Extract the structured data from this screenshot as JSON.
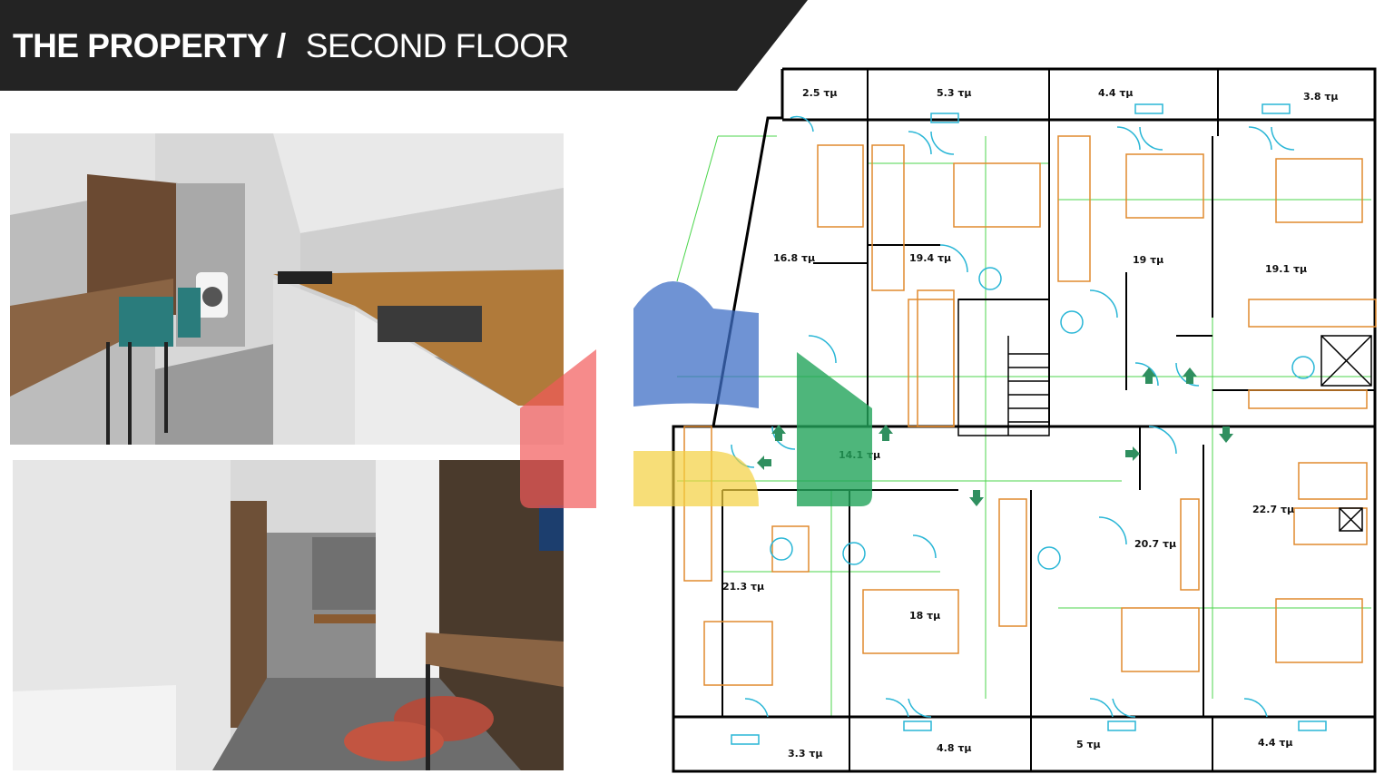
{
  "header": {
    "title_bold": "THE PROPERTY /",
    "title_light": "SECOND FLOOR"
  },
  "floor_plan": {
    "areas": {
      "balcony_tl": "2.5 τμ",
      "balcony_t2": "5.3 τμ",
      "balcony_t3": "4.4 τμ",
      "balcony_tr": "3.8 τμ",
      "apt1": "16.8 τμ",
      "apt2": "19.4 τμ",
      "apt3": "19 τμ",
      "apt4": "19.1 τμ",
      "corridor": "14.1 τμ",
      "apt5": "22.7 τμ",
      "apt6": "20.7 τμ",
      "apt7": "21.3 τμ",
      "apt8": "18 τμ",
      "balcony_b1": "3.3 τμ",
      "balcony_b2": "4.8 τμ",
      "balcony_b3": "5 τμ",
      "balcony_b4": "4.4 τμ"
    }
  },
  "colors": {
    "header_bg": "#232323",
    "walls": "#000000",
    "furniture": "#e08a2e",
    "doors": "#29b6d6",
    "grid": "#4cd64c"
  },
  "watermark": {
    "colors": [
      "#f25a5a",
      "#3f6fc6",
      "#f4d03f",
      "#22a45a"
    ]
  }
}
